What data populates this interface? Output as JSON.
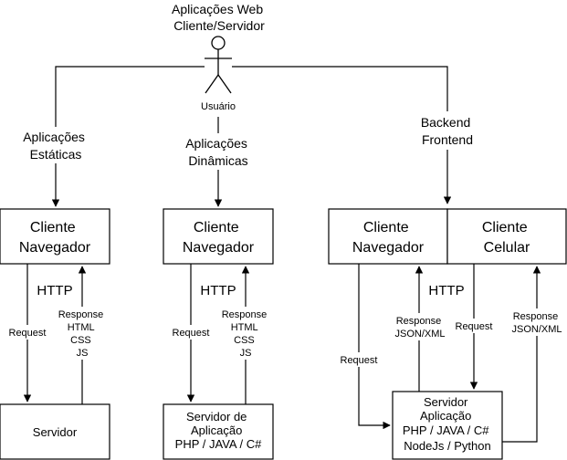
{
  "title": [
    "Aplicações Web",
    "Cliente/Servidor"
  ],
  "actor": {
    "label": "Usuário",
    "icon": "stick-figure-user-icon"
  },
  "branches": {
    "static": [
      "Aplicações",
      "Estáticas"
    ],
    "dynamic": [
      "Aplicações",
      "Dinâmicas"
    ],
    "split": [
      "Backend",
      "Frontend"
    ]
  },
  "col1": {
    "client": [
      "Cliente",
      "Navegador"
    ],
    "http": "HTTP",
    "request": "Request",
    "response": [
      "Response",
      "HTML",
      "CSS",
      "JS"
    ],
    "server": [
      "Servidor"
    ]
  },
  "col2": {
    "client": [
      "Cliente",
      "Navegador"
    ],
    "http": "HTTP",
    "request": "Request",
    "response": [
      "Response",
      "HTML",
      "CSS",
      "JS"
    ],
    "server": [
      "Servidor de",
      "Aplicação",
      "PHP / JAVA / C#"
    ]
  },
  "col3": {
    "client_browser": [
      "Cliente",
      "Navegador"
    ],
    "client_mobile": [
      "Cliente",
      "Celular"
    ],
    "http": "HTTP",
    "request_browser": "Request",
    "response_browser": [
      "Response",
      "JSON/XML"
    ],
    "request_mobile": "Request",
    "response_mobile": [
      "Response",
      "JSON/XML"
    ],
    "server": [
      "Servidor",
      "Aplicação",
      "PHP / JAVA / C#",
      "NodeJs / Python"
    ]
  }
}
